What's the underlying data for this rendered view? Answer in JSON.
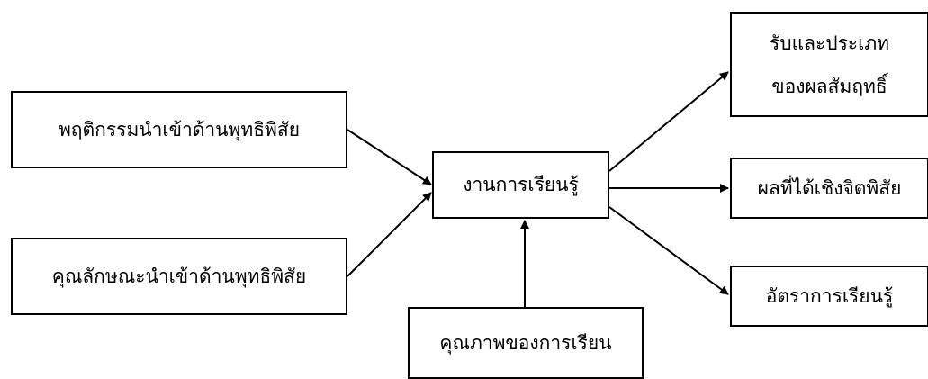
{
  "nodes": {
    "input_behavior": "พฤติกรรมนำเข้าด้านพุทธิพิสัย",
    "input_characteristics": "คุณลักษณะนำเข้าด้านพุทธิพิสัย",
    "center": "งานการเรียนรู้",
    "bottom": "คุณภาพของการเรียน",
    "output_achievement_line1": "รับและประเภท",
    "output_achievement_line2": "ของผลสัมฤทธิ์",
    "output_affective": "ผลที่ได้เชิงจิตพิสัย",
    "output_rate": "อัตราการเรียนรู้"
  },
  "colors": {
    "stroke": "#000000",
    "background": "#ffffff"
  }
}
